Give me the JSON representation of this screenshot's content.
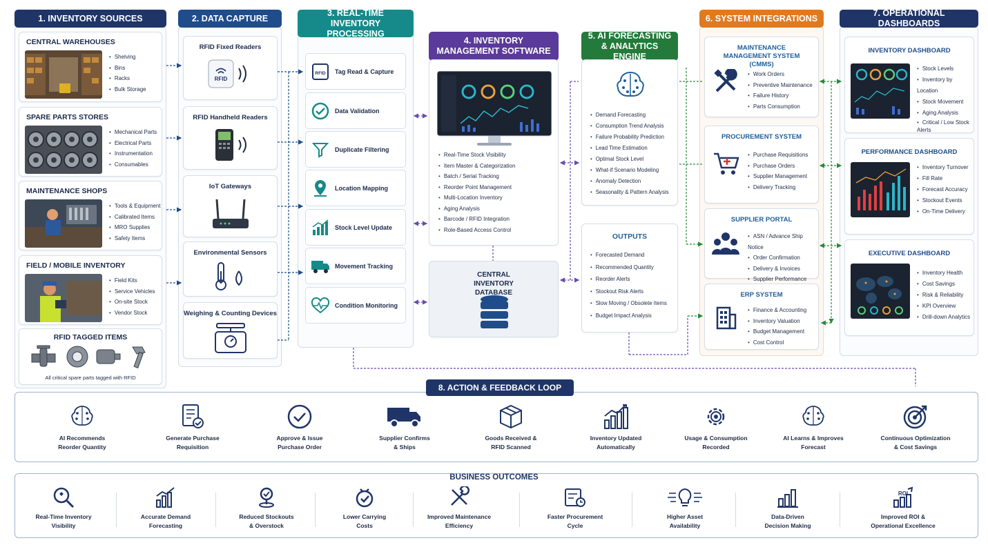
{
  "columns": {
    "sources": {
      "title": "1. INVENTORY SOURCES",
      "color": "#1f3567"
    },
    "capture": {
      "title": "2. DATA CAPTURE",
      "color": "#1f4c8a"
    },
    "processing": {
      "title": "3. REAL-TIME INVENTORY PROCESSING",
      "color": "#168a8a"
    },
    "ims": {
      "title": "4. INVENTORY MANAGEMENT SOFTWARE",
      "color": "#5a3a9a"
    },
    "ai": {
      "title": "5. AI FORECASTING & ANALYTICS ENGINE",
      "color": "#237a3a"
    },
    "integrations": {
      "title": "6. SYSTEM INTEGRATIONS",
      "color": "#e07a20"
    },
    "dashboards": {
      "title": "7. OPERATIONAL DASHBOARDS",
      "color": "#1f3567"
    }
  },
  "sources": [
    {
      "title": "CENTRAL WAREHOUSES",
      "items": [
        "Shelving",
        "Bins",
        "Racks",
        "Bulk Storage"
      ]
    },
    {
      "title": "SPARE PARTS STORES",
      "items": [
        "Mechanical Parts",
        "Electrical Parts",
        "Instrumentation",
        "Consumables"
      ]
    },
    {
      "title": "MAINTENANCE SHOPS",
      "items": [
        "Tools & Equipment",
        "Calibrated Items",
        "MRO Supplies",
        "Safety Items"
      ]
    },
    {
      "title": "FIELD / MOBILE INVENTORY",
      "items": [
        "Field Kits",
        "Service Vehicles",
        "On-site Stock",
        "Vendor Stock"
      ]
    }
  ],
  "rfid_tagged": {
    "title": "RFID TAGGED ITEMS",
    "caption": "All critical spare parts tagged with RFID"
  },
  "capture": [
    {
      "title": "RFID Fixed Readers",
      "icon": "rfid-reader-icon"
    },
    {
      "title": "RFID Handheld Readers",
      "icon": "handheld-reader-icon"
    },
    {
      "title": "IoT Gateways",
      "icon": "router-icon"
    },
    {
      "title": "Environmental Sensors",
      "icon": "thermometer-icon"
    },
    {
      "title": "Weighing & Counting Devices",
      "icon": "scale-icon"
    }
  ],
  "processing": [
    {
      "label": "Tag Read & Capture",
      "icon": "rfid-tag-icon"
    },
    {
      "label": "Data Validation",
      "icon": "check-circle-icon"
    },
    {
      "label": "Duplicate Filtering",
      "icon": "filter-icon"
    },
    {
      "label": "Location Mapping",
      "icon": "map-pin-icon"
    },
    {
      "label": "Stock Level Update",
      "icon": "bar-chart-icon"
    },
    {
      "label": "Movement Tracking",
      "icon": "truck-icon"
    },
    {
      "label": "Condition Monitoring",
      "icon": "heartbeat-icon"
    }
  ],
  "ims": {
    "features": [
      "Real-Time Stock Visibility",
      "Item Master & Categorization",
      "Batch / Serial Tracking",
      "Reorder Point Management",
      "Multi-Location Inventory",
      "Aging Analysis",
      "Barcode / RFID Integration",
      "Role-Based Access Control"
    ],
    "database": "CENTRAL INVENTORY DATABASE"
  },
  "ai": {
    "features": [
      "Demand Forecasting",
      "Consumption Trend Analysis",
      "Failure Probability Prediction",
      "Lead Time Estimation",
      "Optimal Stock Level",
      "What-if Scenario Modeling",
      "Anomaly Detection",
      "Seasonality & Pattern Analysis"
    ],
    "outputs_title": "OUTPUTS",
    "outputs": [
      "Forecasted Demand",
      "Recommended Quantity",
      "Reorder Alerts",
      "Stockout Risk Alerts",
      "Slow Moving / Obsolete Items",
      "Budget Impact Analysis"
    ]
  },
  "integrations": [
    {
      "title": "MAINTENANCE MANAGEMENT SYSTEM (CMMS)",
      "icon": "tools-icon",
      "items": [
        "Work Orders",
        "Preventive Maintenance",
        "Failure History",
        "Parts Consumption"
      ]
    },
    {
      "title": "PROCUREMENT SYSTEM",
      "icon": "cart-icon",
      "items": [
        "Purchase Requisitions",
        "Purchase Orders",
        "Supplier Management",
        "Delivery Tracking"
      ]
    },
    {
      "title": "SUPPLIER PORTAL",
      "icon": "people-icon",
      "items": [
        "ASN / Advance Ship Notice",
        "Order Confirmation",
        "Delivery & Invoices",
        "Supplier Performance"
      ]
    },
    {
      "title": "ERP SYSTEM",
      "icon": "building-icon",
      "items": [
        "Finance & Accounting",
        "Inventory Valuation",
        "Budget Management",
        "Cost Control"
      ]
    }
  ],
  "dashboards": [
    {
      "title": "INVENTORY DASHBOARD",
      "items": [
        "Stock Levels",
        "Inventory by Location",
        "Stock Movement",
        "Aging Analysis",
        "Critical / Low Stock Alerts"
      ]
    },
    {
      "title": "PERFORMANCE DASHBOARD",
      "items": [
        "Inventory Turnover",
        "Fill Rate",
        "Forecast Accuracy",
        "Stockout Events",
        "On-Time Delivery"
      ]
    },
    {
      "title": "EXECUTIVE DASHBOARD",
      "items": [
        "Inventory Health",
        "Cost Savings",
        "Risk & Reliability",
        "KPI Overview",
        "Drill-down Analytics"
      ]
    }
  ],
  "loop": {
    "title": "8. ACTION & FEEDBACK LOOP",
    "steps": [
      {
        "line1": "AI Recommends",
        "line2": "Reorder Quantity",
        "icon": "ai-brain-icon"
      },
      {
        "line1": "Generate Purchase",
        "line2": "Requisition",
        "icon": "document-check-icon"
      },
      {
        "line1": "Approve & Issue",
        "line2": "Purchase Order",
        "icon": "check-circle-icon"
      },
      {
        "line1": "Supplier Confirms",
        "line2": "& Ships",
        "icon": "truck-icon"
      },
      {
        "line1": "Goods Received &",
        "line2": "RFID Scanned",
        "icon": "box-icon"
      },
      {
        "line1": "Inventory Updated",
        "line2": "Automatically",
        "icon": "growth-chart-icon"
      },
      {
        "line1": "Usage & Consumption",
        "line2": "Recorded",
        "icon": "gear-icon"
      },
      {
        "line1": "AI Learns & Improves",
        "line2": "Forecast",
        "icon": "ai-brain-icon"
      },
      {
        "line1": "Continuous Optimization",
        "line2": "& Cost Savings",
        "icon": "target-icon"
      }
    ]
  },
  "outcomes": {
    "title": "BUSINESS OUTCOMES",
    "items": [
      {
        "line1": "Real-Time Inventory",
        "line2": "Visibility",
        "icon": "magnifier-icon"
      },
      {
        "line1": "Accurate Demand",
        "line2": "Forecasting",
        "icon": "chart-up-icon"
      },
      {
        "line1": "Reduced Stockouts",
        "line2": "& Overstock",
        "icon": "location-icon"
      },
      {
        "line1": "Lower Carrying",
        "line2": "Costs",
        "icon": "piggy-icon"
      },
      {
        "line1": "Improved Maintenance",
        "line2": "Efficiency",
        "icon": "wrench-icon"
      },
      {
        "line1": "Faster Procurement",
        "line2": "Cycle",
        "icon": "document-icon"
      },
      {
        "line1": "Higher Asset",
        "line2": "Availability",
        "icon": "lightbulb-icon"
      },
      {
        "line1": "Data-Driven",
        "line2": "Decision Making",
        "icon": "bars-icon"
      },
      {
        "line1": "Improved ROI &",
        "line2": "Operational Excellence",
        "icon": "roi-icon"
      }
    ]
  }
}
